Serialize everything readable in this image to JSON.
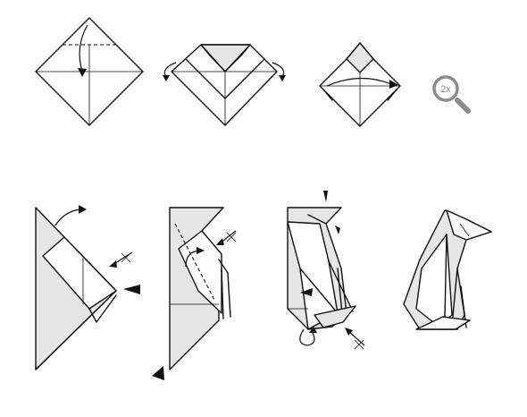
{
  "zoom": {
    "label": "2x",
    "icon": "magnifier-icon",
    "color": "#8c8c8c"
  },
  "steps_row1": [
    "step-1-fold-corner-down",
    "step-2-mountain-fold-sides",
    "step-3-fold-across"
  ],
  "steps_row2": [
    "step-4-fold-flap-back",
    "step-5-inside-fold",
    "step-6-reverse-folds",
    "step-7-finished-penguin"
  ],
  "colors": {
    "paper_front": "#ffffff",
    "paper_back": "#e6e6e6",
    "line": "#111111"
  }
}
